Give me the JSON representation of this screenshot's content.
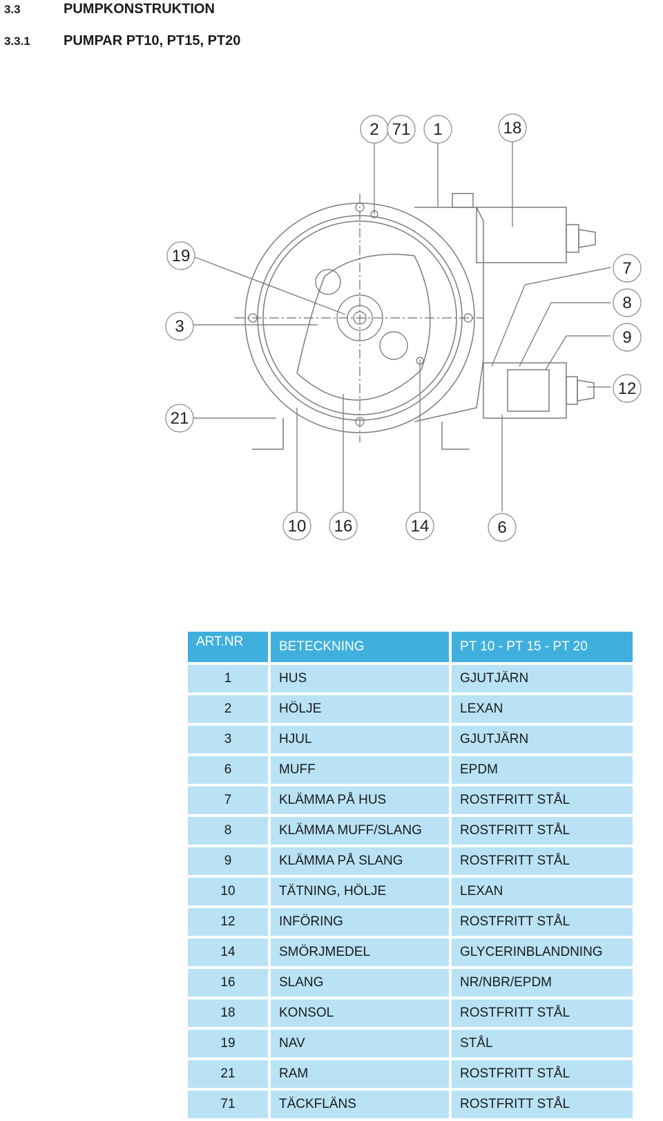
{
  "headings": [
    {
      "number": "3.3",
      "title": "PUMPKONSTRUKTION"
    },
    {
      "number": "3.3.1",
      "title": "PUMPAR PT10, PT15, PT20"
    }
  ],
  "callouts": [
    "2",
    "71",
    "1",
    "18",
    "19",
    "7",
    "8",
    "3",
    "9",
    "12",
    "21",
    "10",
    "16",
    "14",
    "6"
  ],
  "table": {
    "headers": [
      "ART.NR",
      "BETECKNING",
      "PT 10 - PT 15 - PT 20"
    ],
    "rows": [
      [
        "1",
        "HUS",
        "GJUTJÄRN"
      ],
      [
        "2",
        "HÖLJE",
        "LEXAN"
      ],
      [
        "3",
        "HJUL",
        "GJUTJÄRN"
      ],
      [
        "6",
        "MUFF",
        "EPDM"
      ],
      [
        "7",
        "KLÄMMA PÅ HUS",
        "ROSTFRITT STÅL"
      ],
      [
        "8",
        "KLÄMMA MUFF/SLANG",
        "ROSTFRITT STÅL"
      ],
      [
        "9",
        "KLÄMMA PÅ SLANG",
        "ROSTFRITT STÅL"
      ],
      [
        "10",
        "TÄTNING, HÖLJE",
        "LEXAN"
      ],
      [
        "12",
        "INFÖRING",
        "ROSTFRITT STÅL"
      ],
      [
        "14",
        "SMÖRJMEDEL",
        "GLYCERINBLANDNING"
      ],
      [
        "16",
        "SLANG",
        "NR/NBR/EPDM"
      ],
      [
        "18",
        "KONSOL",
        "ROSTFRITT STÅL"
      ],
      [
        "19",
        "NAV",
        "STÅL"
      ],
      [
        "21",
        "RAM",
        "ROSTFRITT STÅL"
      ],
      [
        "71",
        "TÄCKFLÄNS",
        "ROSTFRITT STÅL"
      ]
    ]
  },
  "colors": {
    "header_bg": "#3fb0de",
    "row_bg": "#b9e2f5"
  }
}
